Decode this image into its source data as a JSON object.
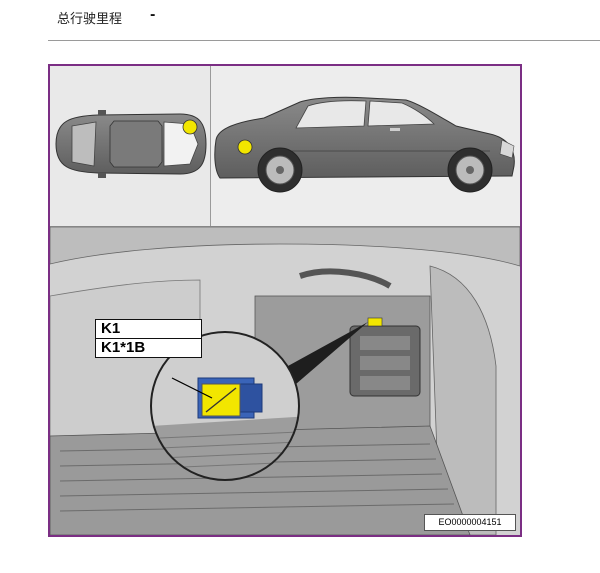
{
  "header": {
    "label": "总行驶里程",
    "value": "-"
  },
  "figure": {
    "callouts": [
      "K1",
      "K1*1B"
    ],
    "figure_id": "EO0000004151",
    "colors": {
      "frame_border": "#7b2e84",
      "location_marker": "#f2e600",
      "car_body": "#6f6f6f"
    }
  }
}
